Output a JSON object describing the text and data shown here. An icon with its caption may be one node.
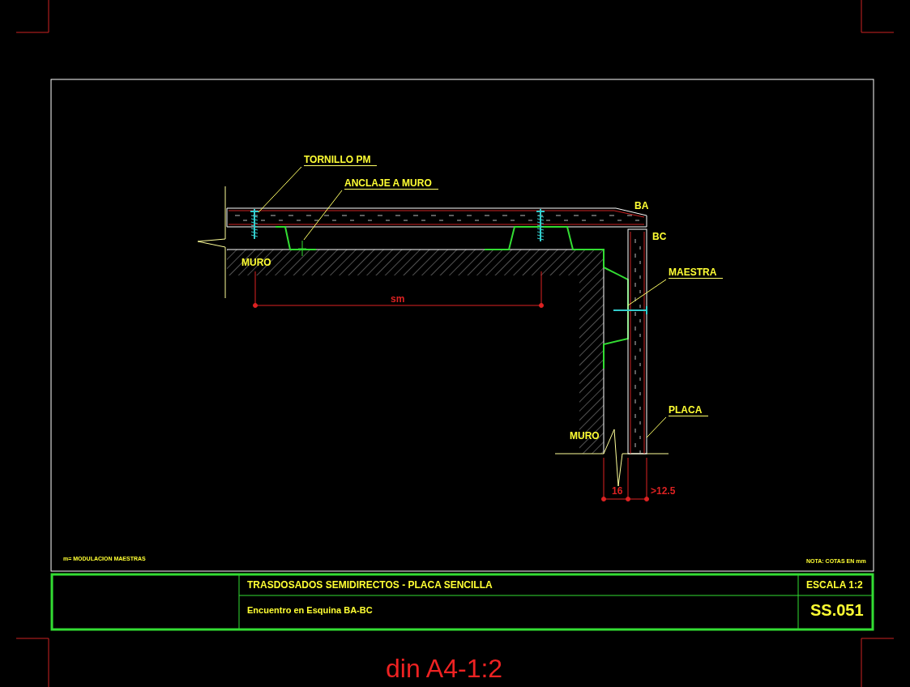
{
  "diagram": {
    "nodes": [
      {
        "text": [
          "TORNILLO PM"
        ]
      },
      {
        "text": [],
        "shape": "picture"
      },
      {
        "text": [
          "ANCLAJE A MURO"
        ]
      },
      {
        "text": [],
        "shape": "picture"
      },
      {
        "text": [
          "MAESTRA"
        ]
      },
      {
        "text": [],
        "shape": "picture"
      },
      {
        "text": [
          "PLACA"
        ]
      },
      {
        "text": [],
        "shape": "box"
      }
    ],
    "edges": [
      {
        "from": 0,
        "to": 1,
        "arrow": "none"
      },
      {
        "from": 2,
        "to": 3,
        "arrow": "none"
      },
      {
        "from": 4,
        "to": 5,
        "arrow": "none"
      },
      {
        "from": 6,
        "to": 7,
        "arrow": "none"
      }
    ],
    "labels": [
      "BA",
      "BC",
      "MURO",
      "sm",
      "MURO",
      "16",
      ">12.5",
      "m= MODULACION MAESTRAS",
      "NOTA: COTAS EN mm",
      "TRASDOSADOS SEMIDIRECTOS - PLACA SENCILLA",
      "ESCALA 1:2",
      "Encuentro en Esquina BA-BC",
      "SS.051",
      "din A4-1:2"
    ]
  }
}
